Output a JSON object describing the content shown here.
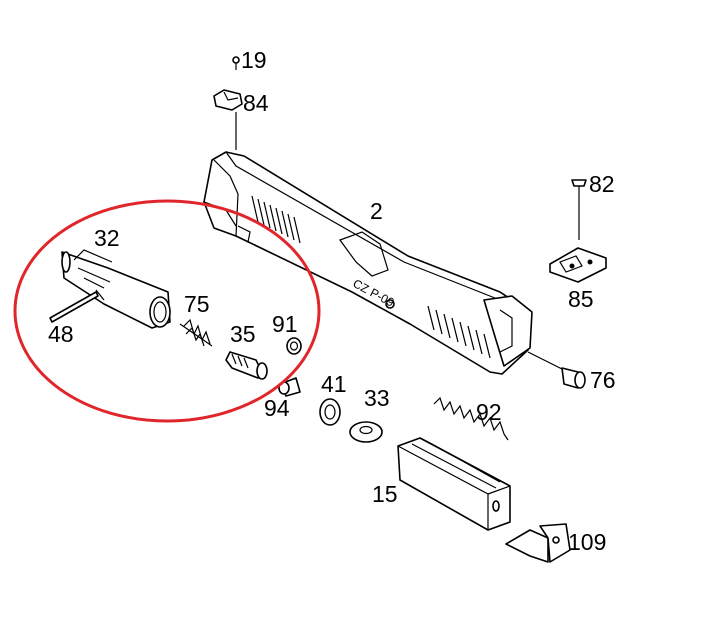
{
  "diagram": {
    "highlight_color": "#e0262b",
    "labels": {
      "p19": "19",
      "p84": "84",
      "p82": "82",
      "p2": "2",
      "p32": "32",
      "p85": "85",
      "p75": "75",
      "p91": "91",
      "p48": "48",
      "p35": "35",
      "p76": "76",
      "p41": "41",
      "p33": "33",
      "p94": "94",
      "p92": "92",
      "p15": "15",
      "p109": "109"
    },
    "slide_marking": "CZ P-09"
  }
}
